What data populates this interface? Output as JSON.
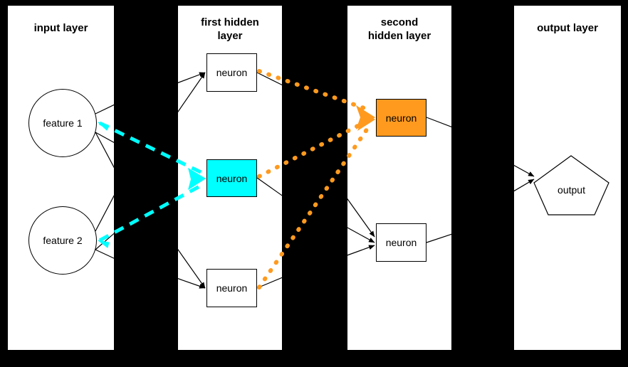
{
  "diagram": {
    "title_layers": [
      {
        "id": "input",
        "label": "input layer"
      },
      {
        "id": "hidden1",
        "label": "first hidden\nlayer"
      },
      {
        "id": "hidden2",
        "label": "second\nhidden layer"
      },
      {
        "id": "output",
        "label": "output layer"
      }
    ],
    "nodes": {
      "input": [
        {
          "id": "feature1",
          "label": "feature 1",
          "shape": "circle"
        },
        {
          "id": "feature2",
          "label": "feature 2",
          "shape": "circle"
        }
      ],
      "hidden1": [
        {
          "id": "h1-top",
          "label": "neuron",
          "shape": "rect",
          "fill": "#ffffff"
        },
        {
          "id": "h1-mid",
          "label": "neuron",
          "shape": "rect",
          "fill": "#00ffff"
        },
        {
          "id": "h1-bot",
          "label": "neuron",
          "shape": "rect",
          "fill": "#ffffff"
        }
      ],
      "hidden2": [
        {
          "id": "h2-top",
          "label": "neuron",
          "shape": "rect",
          "fill": "#ff9a1f"
        },
        {
          "id": "h2-bot",
          "label": "neuron",
          "shape": "rect",
          "fill": "#ffffff"
        }
      ],
      "output": [
        {
          "id": "output-node",
          "label": "output",
          "shape": "pentagon"
        }
      ]
    },
    "colors": {
      "background": "#000000",
      "panel": "#ffffff",
      "stroke": "#000000",
      "highlight_cyan": "#00ffff",
      "highlight_orange": "#ff9a1f"
    },
    "edge_styles": {
      "plain": "solid-thin-black",
      "cyan": "dashed-cyan-thick",
      "orange": "dotted-orange-thick"
    }
  }
}
